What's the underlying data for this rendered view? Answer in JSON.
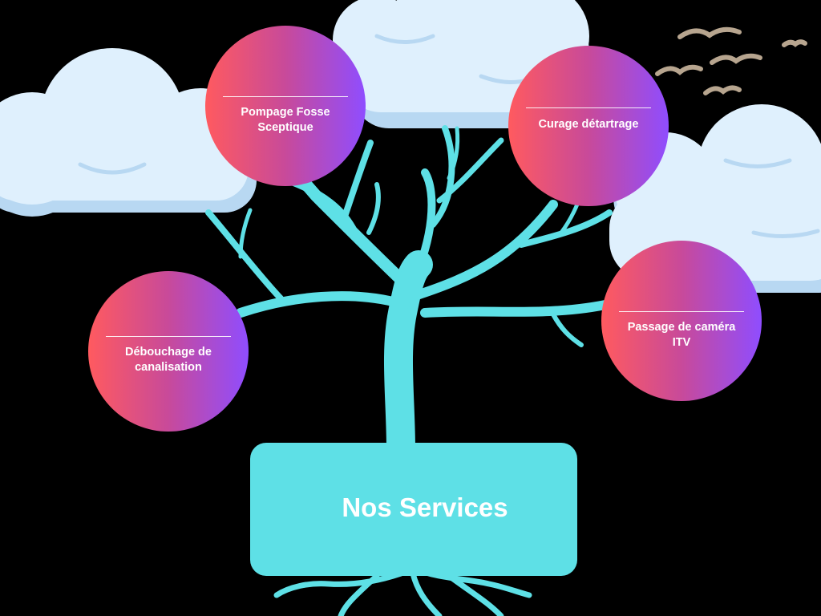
{
  "title": "Nos Services",
  "services": [
    {
      "label": "Pompage Fosse\nSceptique"
    },
    {
      "label": "Curage détartrage"
    },
    {
      "label": "Débouchage de\ncanalisation"
    },
    {
      "label": "Passage de caméra\nITV"
    }
  ],
  "colors": {
    "background": "#000000",
    "tree": "#5ee0e6",
    "cloud": "#dff0fd",
    "cloud_shadow": "#b8d8f2",
    "bubble_gradient": [
      "#ff5a5f",
      "#c84a9a",
      "#8f4dff"
    ],
    "birds": "#b7a58f"
  }
}
